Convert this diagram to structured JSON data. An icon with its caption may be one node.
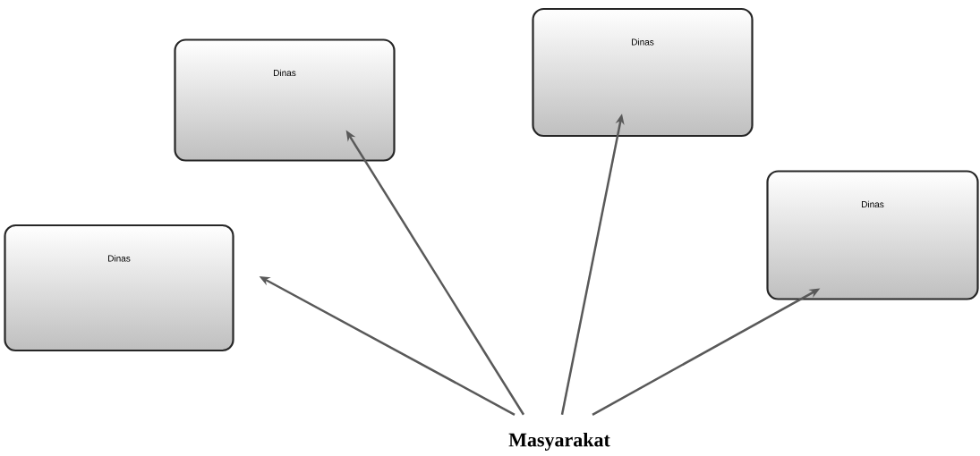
{
  "diagram": {
    "nodes": [
      {
        "text": [
          "Dinas"
        ]
      },
      {
        "text": [
          "Dinas"
        ]
      },
      {
        "text": [
          "Dinas"
        ]
      },
      {
        "text": [
          "Dinas"
        ]
      },
      {
        "text": [
          "Masyarakat"
        ]
      }
    ],
    "edges": [
      {
        "from": 4,
        "to": 0,
        "arrow": "to"
      },
      {
        "from": 4,
        "to": 1,
        "arrow": "to"
      },
      {
        "from": 4,
        "to": 2,
        "arrow": "to"
      },
      {
        "from": 4,
        "to": 3,
        "arrow": "to"
      }
    ]
  }
}
